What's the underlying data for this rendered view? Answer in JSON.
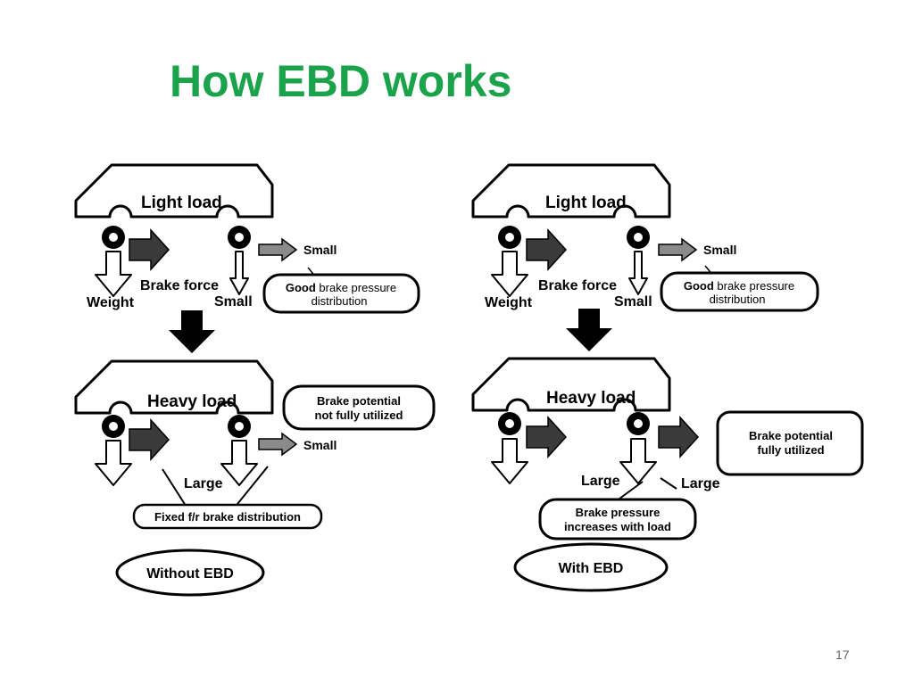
{
  "title": "How EBD works",
  "page_number": "17",
  "left_panel": {
    "top": {
      "load_label": "Light load",
      "weight_label": "Weight",
      "brake_force_label": "Brake force",
      "rear_small_label": "Small",
      "arrow_small_label": "Small",
      "callout_bold": "Good",
      "callout_line1_rest": " brake pressure",
      "callout_line2": "distribution"
    },
    "bottom": {
      "load_label": "Heavy load",
      "callout_line1": "Brake potential",
      "callout_line2": "not fully utilized",
      "arrow_small_label": "Small",
      "large_label": "Large",
      "fixed_label": "Fixed f/r brake distribution"
    },
    "caption": "Without EBD"
  },
  "right_panel": {
    "top": {
      "load_label": "Light load",
      "weight_label": "Weight",
      "brake_force_label": "Brake force",
      "rear_small_label": "Small",
      "arrow_small_label": "Small",
      "callout_bold": "Good",
      "callout_line1_rest": " brake pressure",
      "callout_line2": "distribution"
    },
    "bottom": {
      "load_label": "Heavy load",
      "large_label_1": "Large",
      "large_label_2": "Large",
      "callout_line1": "Brake potential",
      "callout_line2": "fully utilized",
      "pressure_line1": "Brake pressure",
      "pressure_line2": "increases with load"
    },
    "caption": "With EBD"
  }
}
